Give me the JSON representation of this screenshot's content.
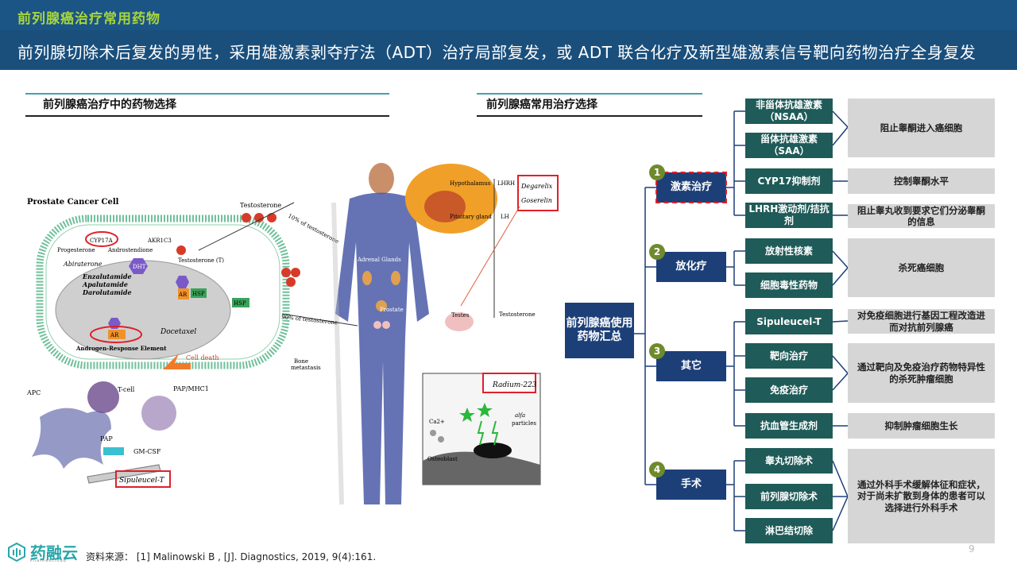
{
  "header": {
    "kicker": "前列腺癌治疗常用药物",
    "headline": "前列腺切除术后复发的男性，采用雄激素剥夺疗法（ADT）治疗局部复发，或 ADT 联合化疗及新型雄激素信号靶向药物治疗全身复发"
  },
  "left_section": {
    "title": "前列腺癌治疗中的药物选择"
  },
  "right_section": {
    "title": "前列腺癌常用治疗选择"
  },
  "figure": {
    "cell_title": "Prostate Cancer Cell",
    "labels": {
      "testosterone_top": "Testosterone",
      "ten_percent": "10% of testosterone",
      "ninety_percent": "90% of testosterone",
      "cyp17a": "CYP17A",
      "progesterone": "Progesterone",
      "androstendione": "Androstendione",
      "akr1c3": "AKR1C3",
      "testosterone_t": "Testosterone (T)",
      "abiraterone": "Abiraterone",
      "dht": "DHT",
      "enzalutamide": "Enzalutamide",
      "apalutamide": "Apalutamide",
      "darolutamide": "Darolutamide",
      "ar_small": "AR",
      "hsp_a": "HSP",
      "hsp_b": "HSP",
      "ar": "AR",
      "docetaxel": "Docetaxel",
      "are": "Androgen-Response Element",
      "cell_death": "Cell death",
      "apc": "APC",
      "tcell": "T-cell",
      "pap_mhc": "PAP/MHC1",
      "pap": "PAP",
      "gmcsf": "GM-CSF",
      "sipuleucel": "Sipuleucel-T",
      "adrenal": "Adrenal Glands",
      "prostate": "Prostate",
      "bone": "Bone",
      "metastasis": "metastasis",
      "hypothalamus": "Hypothalamus",
      "pituitary": "Pituitary gland",
      "lhrh": "LHRH",
      "lh": "LH",
      "degarelix": "Degarelix",
      "goserelin": "Goserelin",
      "testes": "Testes",
      "testosterone_right": "Testosterone",
      "radium": "Radium-223",
      "ca2": "Ca2+",
      "alfa": "alfa",
      "particles": "particles",
      "osteoblast": "Osteoblast"
    }
  },
  "tree": {
    "root": "前列腺癌使用药物汇总",
    "categories": [
      {
        "num": "1",
        "label": "激素治疗"
      },
      {
        "num": "2",
        "label": "放化疗"
      },
      {
        "num": "3",
        "label": "其它"
      },
      {
        "num": "4",
        "label": "手术"
      }
    ],
    "items": {
      "nsaa": "非甾体抗雄激素（NSAA）",
      "saa": "甾体抗雄激素（SAA）",
      "cyp17": "CYP17抑制剂",
      "lhrh": "LHRH激动剂/拮抗剂",
      "radio": "放射性核素",
      "cyto": "细胞毒性药物",
      "sipuleucel": "Sipuleucel-T",
      "targeted": "靶向治疗",
      "immune": "免疫治疗",
      "angio": "抗血管生成剂",
      "orchi": "睾丸切除术",
      "prostatectomy": "前列腺切除术",
      "lymph": "淋巴结切除"
    },
    "descriptions": {
      "block": "阻止睾酮进入癌细胞",
      "control": "控制睾酮水平",
      "lhrh": "阻止睾丸收到要求它们分泌睾酮的信息",
      "kill": "杀死癌细胞",
      "sipuleucel": "对免疫细胞进行基因工程改造进而对抗前列腺癌",
      "targeted": "通过靶向及免疫治疗药物特异性的杀死肿瘤细胞",
      "angio": "抑制肿瘤细胞生长",
      "surgery": "通过外科手术缓解体征和症状，对于尚未扩散到身体的患者可以选择进行外科手术"
    }
  },
  "footer": {
    "brand": "药融云",
    "brand_sub": "Pharnexcloud",
    "source": "资料来源：  [1]  Malinowski B , [J]. Diagnostics, 2019, 9(4):161.",
    "page": "9"
  },
  "colors": {
    "header": "#1a4f7c",
    "navy": "#1d3f78",
    "teal": "#1f5b58",
    "gray": "#d6d6d6",
    "accent_green": "#a8d63c",
    "highlight_red": "#e0202a"
  }
}
